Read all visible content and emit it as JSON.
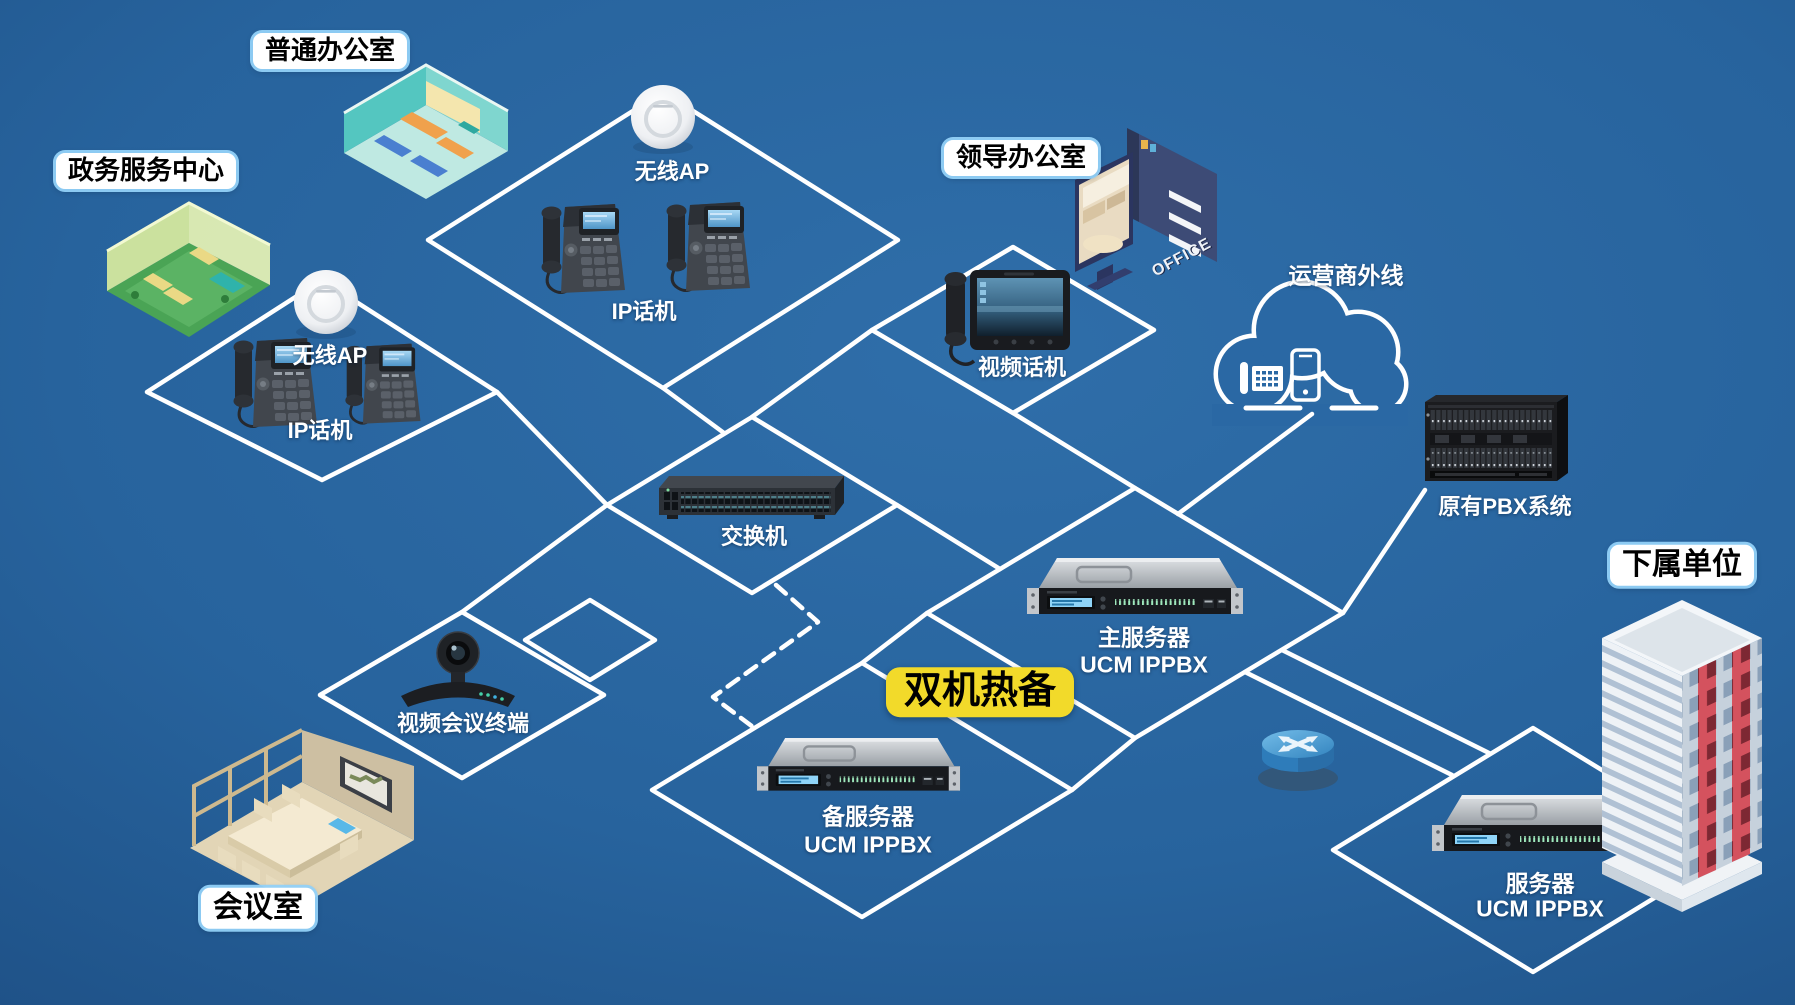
{
  "colors": {
    "background_center": "#2f6ea9",
    "background_edge": "#153e6c",
    "line": "#ffffff",
    "badge_bg": "#ffffff",
    "badge_text": "#000000",
    "hot_standby_bg": "#f2da2a",
    "router_blue": "#3a8cc8",
    "building_red": "#d4525e"
  },
  "badges": {
    "ordinary_office": {
      "label": "普通办公室"
    },
    "gov_service_center": {
      "label": "政务服务中心"
    },
    "leader_office": {
      "label": "领导办公室"
    },
    "meeting_room": {
      "label": "会议室"
    },
    "subordinate_unit": {
      "label": "下属单位"
    },
    "hot_standby": {
      "label": "双机热备"
    }
  },
  "nodes": {
    "wireless_ap_top": {
      "label": "无线AP",
      "device": "wireless-ap"
    },
    "wireless_ap_left": {
      "label": "无线AP",
      "device": "wireless-ap"
    },
    "ip_phones_top": {
      "label": "IP话机",
      "device": "ip-phone",
      "count": 2
    },
    "ip_phones_left": {
      "label": "IP话机",
      "device": "ip-phone",
      "count": 2
    },
    "video_phone": {
      "label": "视频话机",
      "device": "video-phone"
    },
    "carrier_trunk": {
      "label": "运营商外线",
      "device": "cloud"
    },
    "legacy_pbx": {
      "label": "原有PBX系统",
      "device": "pbx-rack"
    },
    "lan_switch": {
      "label": "交换机",
      "device": "ethernet-switch"
    },
    "main_server": {
      "label": "主服务器",
      "model": "UCM IPPBX",
      "device": "rack-server"
    },
    "backup_server": {
      "label": "备服务器",
      "model": "UCM IPPBX",
      "device": "rack-server"
    },
    "video_conference": {
      "label": "视频会议终端",
      "device": "ptz-camera"
    },
    "branch_server": {
      "label": "服务器",
      "model": "UCM IPPBX",
      "device": "rack-server"
    },
    "router": {
      "device": "router"
    }
  },
  "signs": {
    "office": "OFFICE"
  }
}
